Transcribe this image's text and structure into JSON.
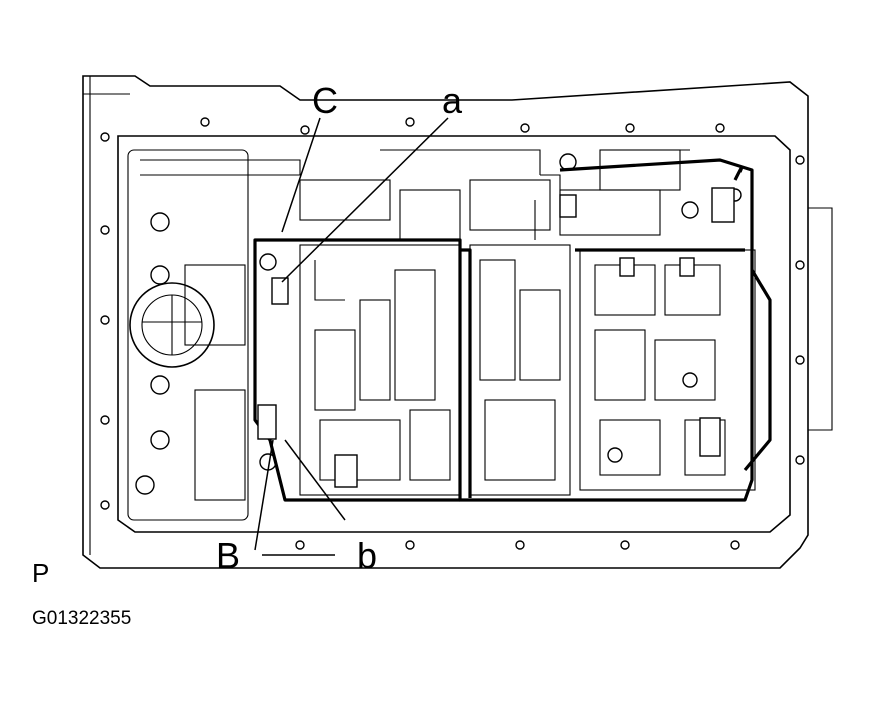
{
  "labels": {
    "callout_c": "C",
    "callout_a": "a",
    "callout_b_upper": "B",
    "callout_b_lower": "b",
    "view_letter": "P",
    "figure_code": "G01322355"
  }
}
